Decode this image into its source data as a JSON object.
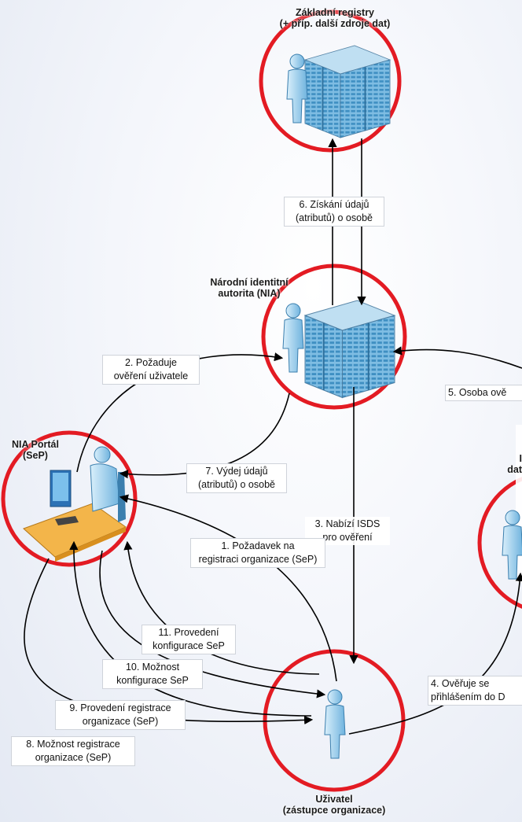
{
  "nodes": {
    "registry": {
      "line1": "Základní registry",
      "line2": "(+ příp. další zdroje dat)"
    },
    "nia": {
      "line1": "Národní identitní",
      "line2": "autorita (NIA)"
    },
    "portal": {
      "line1": "NIA Portál",
      "line2": "(SeP)"
    },
    "user": {
      "line1": "Uživatel",
      "line2": "(zástupce organizace)"
    },
    "isds": {
      "line1": "I",
      "line2": "dat"
    }
  },
  "steps": {
    "s1": {
      "line1": "1. Požadavek na",
      "line2": "registraci organizace (SeP)"
    },
    "s2": {
      "line1": "2. Požaduje",
      "line2": "ověření uživatele"
    },
    "s3": {
      "line1": "3. Nabízí ISDS",
      "line2": "pro ověření"
    },
    "s4": {
      "line1": "4. Ověřuje se",
      "line2": "přihlášením do D"
    },
    "s5": {
      "line1": "5. Osoba ově"
    },
    "s6": {
      "line1": "6. Získání údajů",
      "line2": "(atributů) o osobě"
    },
    "s7": {
      "line1": "7. Výdej údajů",
      "line2": "(atributů) o osobě"
    },
    "s8": {
      "line1": "8. Možnost registrace",
      "line2": "organizace (SeP)"
    },
    "s9": {
      "line1": "9. Provedení registrace",
      "line2": "organizace (SeP)"
    },
    "s10": {
      "line1": "10. Možnost",
      "line2": "konfigurace SeP"
    },
    "s11": {
      "line1": "11. Provedení",
      "line2": "konfigurace SeP"
    }
  },
  "colors": {
    "circle": "#e31b23",
    "arrow": "#000000",
    "server": "#5aa9d6",
    "person": "#8fc8ea"
  }
}
